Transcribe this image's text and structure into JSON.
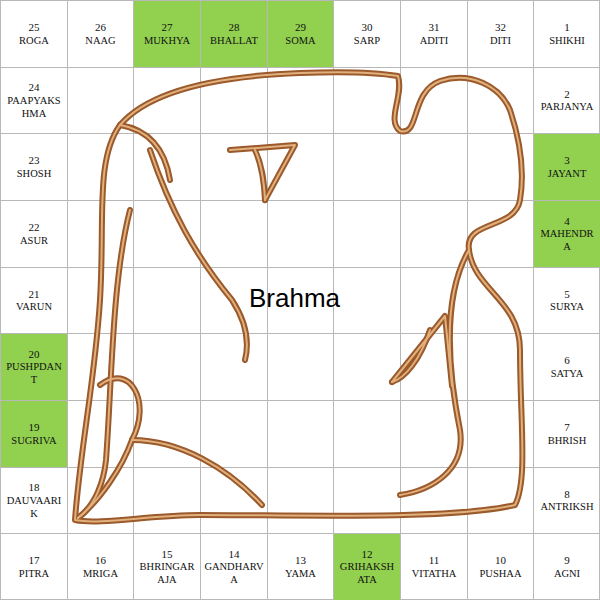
{
  "diagram": {
    "nodes": [
      {
        "text": [
          "25",
          "ROGA"
        ]
      },
      {
        "text": [
          "26",
          "NAAG"
        ]
      },
      {
        "text": [
          "27",
          "MUKHYA"
        ]
      },
      {
        "text": [
          "28",
          "BHALLAT"
        ]
      },
      {
        "text": [
          "29",
          "SOMA"
        ]
      },
      {
        "text": [
          "30",
          "SARP"
        ]
      },
      {
        "text": [
          "31",
          "ADITI"
        ]
      },
      {
        "text": [
          "32",
          "DITI"
        ]
      },
      {
        "text": [
          "1",
          "SHIKHI"
        ]
      },
      {
        "text": [
          "24",
          "PAAPYAKSHMA"
        ]
      },
      {
        "text": [
          "2",
          "PARJANYA"
        ]
      },
      {
        "text": [
          "23",
          "SHOSH"
        ]
      },
      {
        "text": [
          "3",
          "JAYANT"
        ]
      },
      {
        "text": [
          "22",
          "ASUR"
        ]
      },
      {
        "text": [
          "4",
          "MAHENDRA"
        ]
      },
      {
        "text": [
          "21",
          "VARUN"
        ]
      },
      {
        "text": [
          "5",
          "SURYA"
        ]
      },
      {
        "text": [
          "20",
          "PUSHPDANT"
        ]
      },
      {
        "text": [
          "6",
          "SATYA"
        ]
      },
      {
        "text": [
          "19",
          "SUGRIVA"
        ]
      },
      {
        "text": [
          "7",
          "BHRISH"
        ]
      },
      {
        "text": [
          "18",
          "DAUVAARIK"
        ]
      },
      {
        "text": [
          "8",
          "ANTRIKSH"
        ]
      },
      {
        "text": [
          "17",
          "PITRA"
        ]
      },
      {
        "text": [
          "16",
          "MRIGA"
        ]
      },
      {
        "text": [
          "15",
          "BHRINGARAJA"
        ]
      },
      {
        "text": [
          "14",
          "GANDHARVA"
        ]
      },
      {
        "text": [
          "13",
          "YAMA"
        ]
      },
      {
        "text": [
          "12",
          "GRIHAKSHATA"
        ]
      },
      {
        "text": [
          "11",
          "VITATHA"
        ]
      },
      {
        "text": [
          "10",
          "PUSHAA"
        ]
      },
      {
        "text": [
          "9",
          "AGNI"
        ]
      }
    ],
    "labels": [
      "Brahma"
    ]
  }
}
